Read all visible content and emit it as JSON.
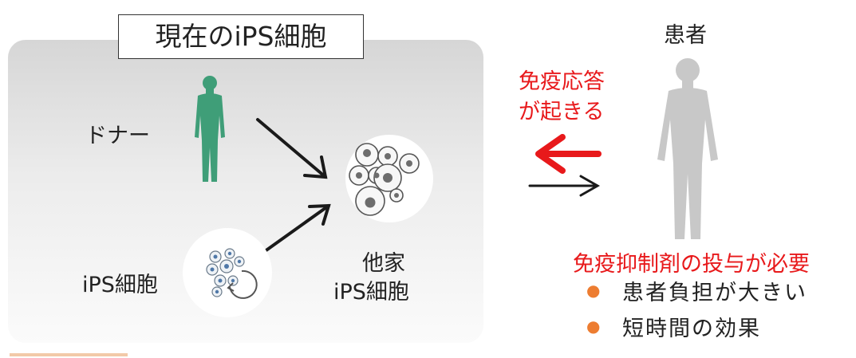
{
  "title": "現在のiPS細胞",
  "patient": {
    "label": "患者",
    "immune_response": [
      "免疫応答",
      "が起きる"
    ],
    "requirement": "免疫抑制剤の投与が必要",
    "bullets": [
      "患者負担が大きい",
      "短時間の効果"
    ]
  },
  "donor_label": "ドナー",
  "ips_label": "iPS細胞",
  "allogeneic_label": [
    "他家",
    "iPS細胞"
  ],
  "colors": {
    "red": "#e8191b",
    "donor_green": "#3f9e78",
    "patient_gray": "#c8c8c8",
    "bullet": "#ed7d31"
  }
}
